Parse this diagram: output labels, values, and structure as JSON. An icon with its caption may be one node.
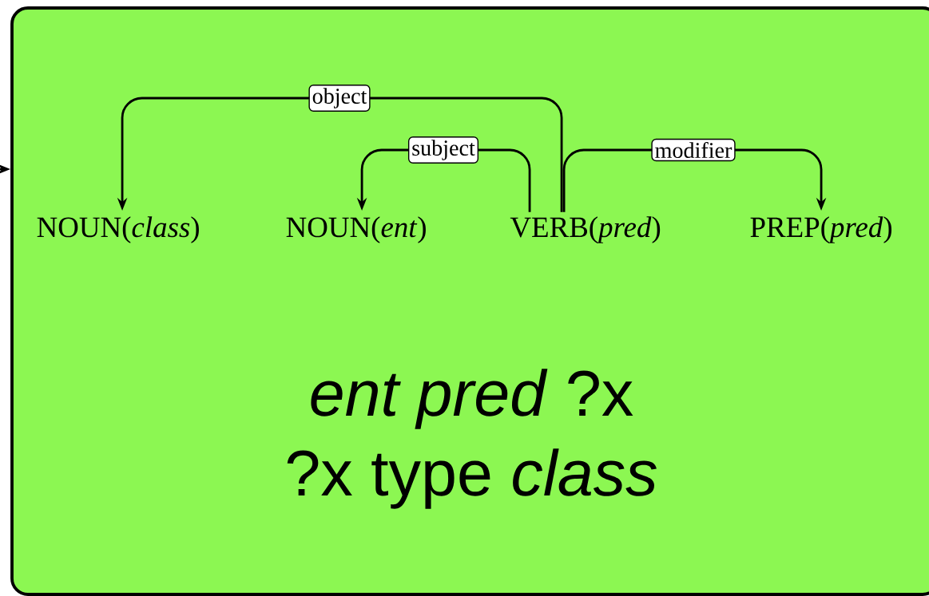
{
  "diagram": {
    "nodes": [
      {
        "text": [
          "*ent pred* ?x",
          "?x type *class*"
        ]
      },
      {
        "text": [
          "NOUN(*class*)"
        ],
        "in": 0
      },
      {
        "text": [
          "NOUN(*ent*)"
        ],
        "in": 0
      },
      {
        "text": [
          "VERB(*pred*)"
        ],
        "in": 0
      },
      {
        "text": [
          "PREP(*pred*)"
        ],
        "in": 0
      }
    ],
    "edges": [
      {
        "from": null,
        "to": 0,
        "arrow": "to"
      },
      {
        "from": 3,
        "to": 1,
        "arrow": "to",
        "label": "object"
      },
      {
        "from": 3,
        "to": 2,
        "arrow": "to",
        "label": "subject"
      },
      {
        "from": 3,
        "to": 4,
        "arrow": "to",
        "label": "modifier"
      }
    ]
  }
}
